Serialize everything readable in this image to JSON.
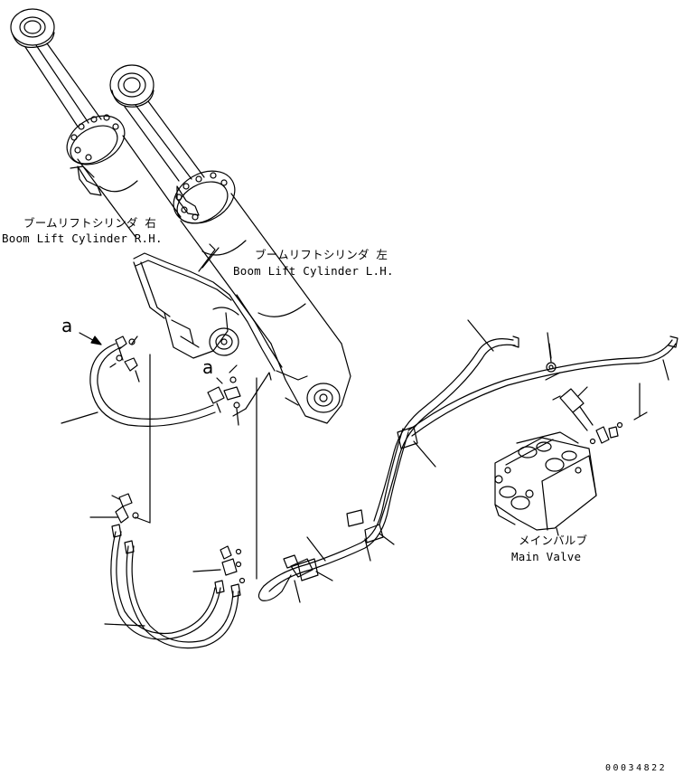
{
  "labels": {
    "cyl_rh_jp": "ブームリフトシリンダ 右",
    "cyl_rh_en": "Boom Lift Cylinder R.H.",
    "cyl_lh_jp": "ブームリフトシリンダ 左",
    "cyl_lh_en": "Boom Lift Cylinder L.H.",
    "valve_jp": "メインバルブ",
    "valve_en": "Main Valve"
  },
  "markers": {
    "a1": "a",
    "a2": "a"
  },
  "serial": "00034822",
  "colors": {
    "line": "#000000",
    "background": "#ffffff"
  }
}
